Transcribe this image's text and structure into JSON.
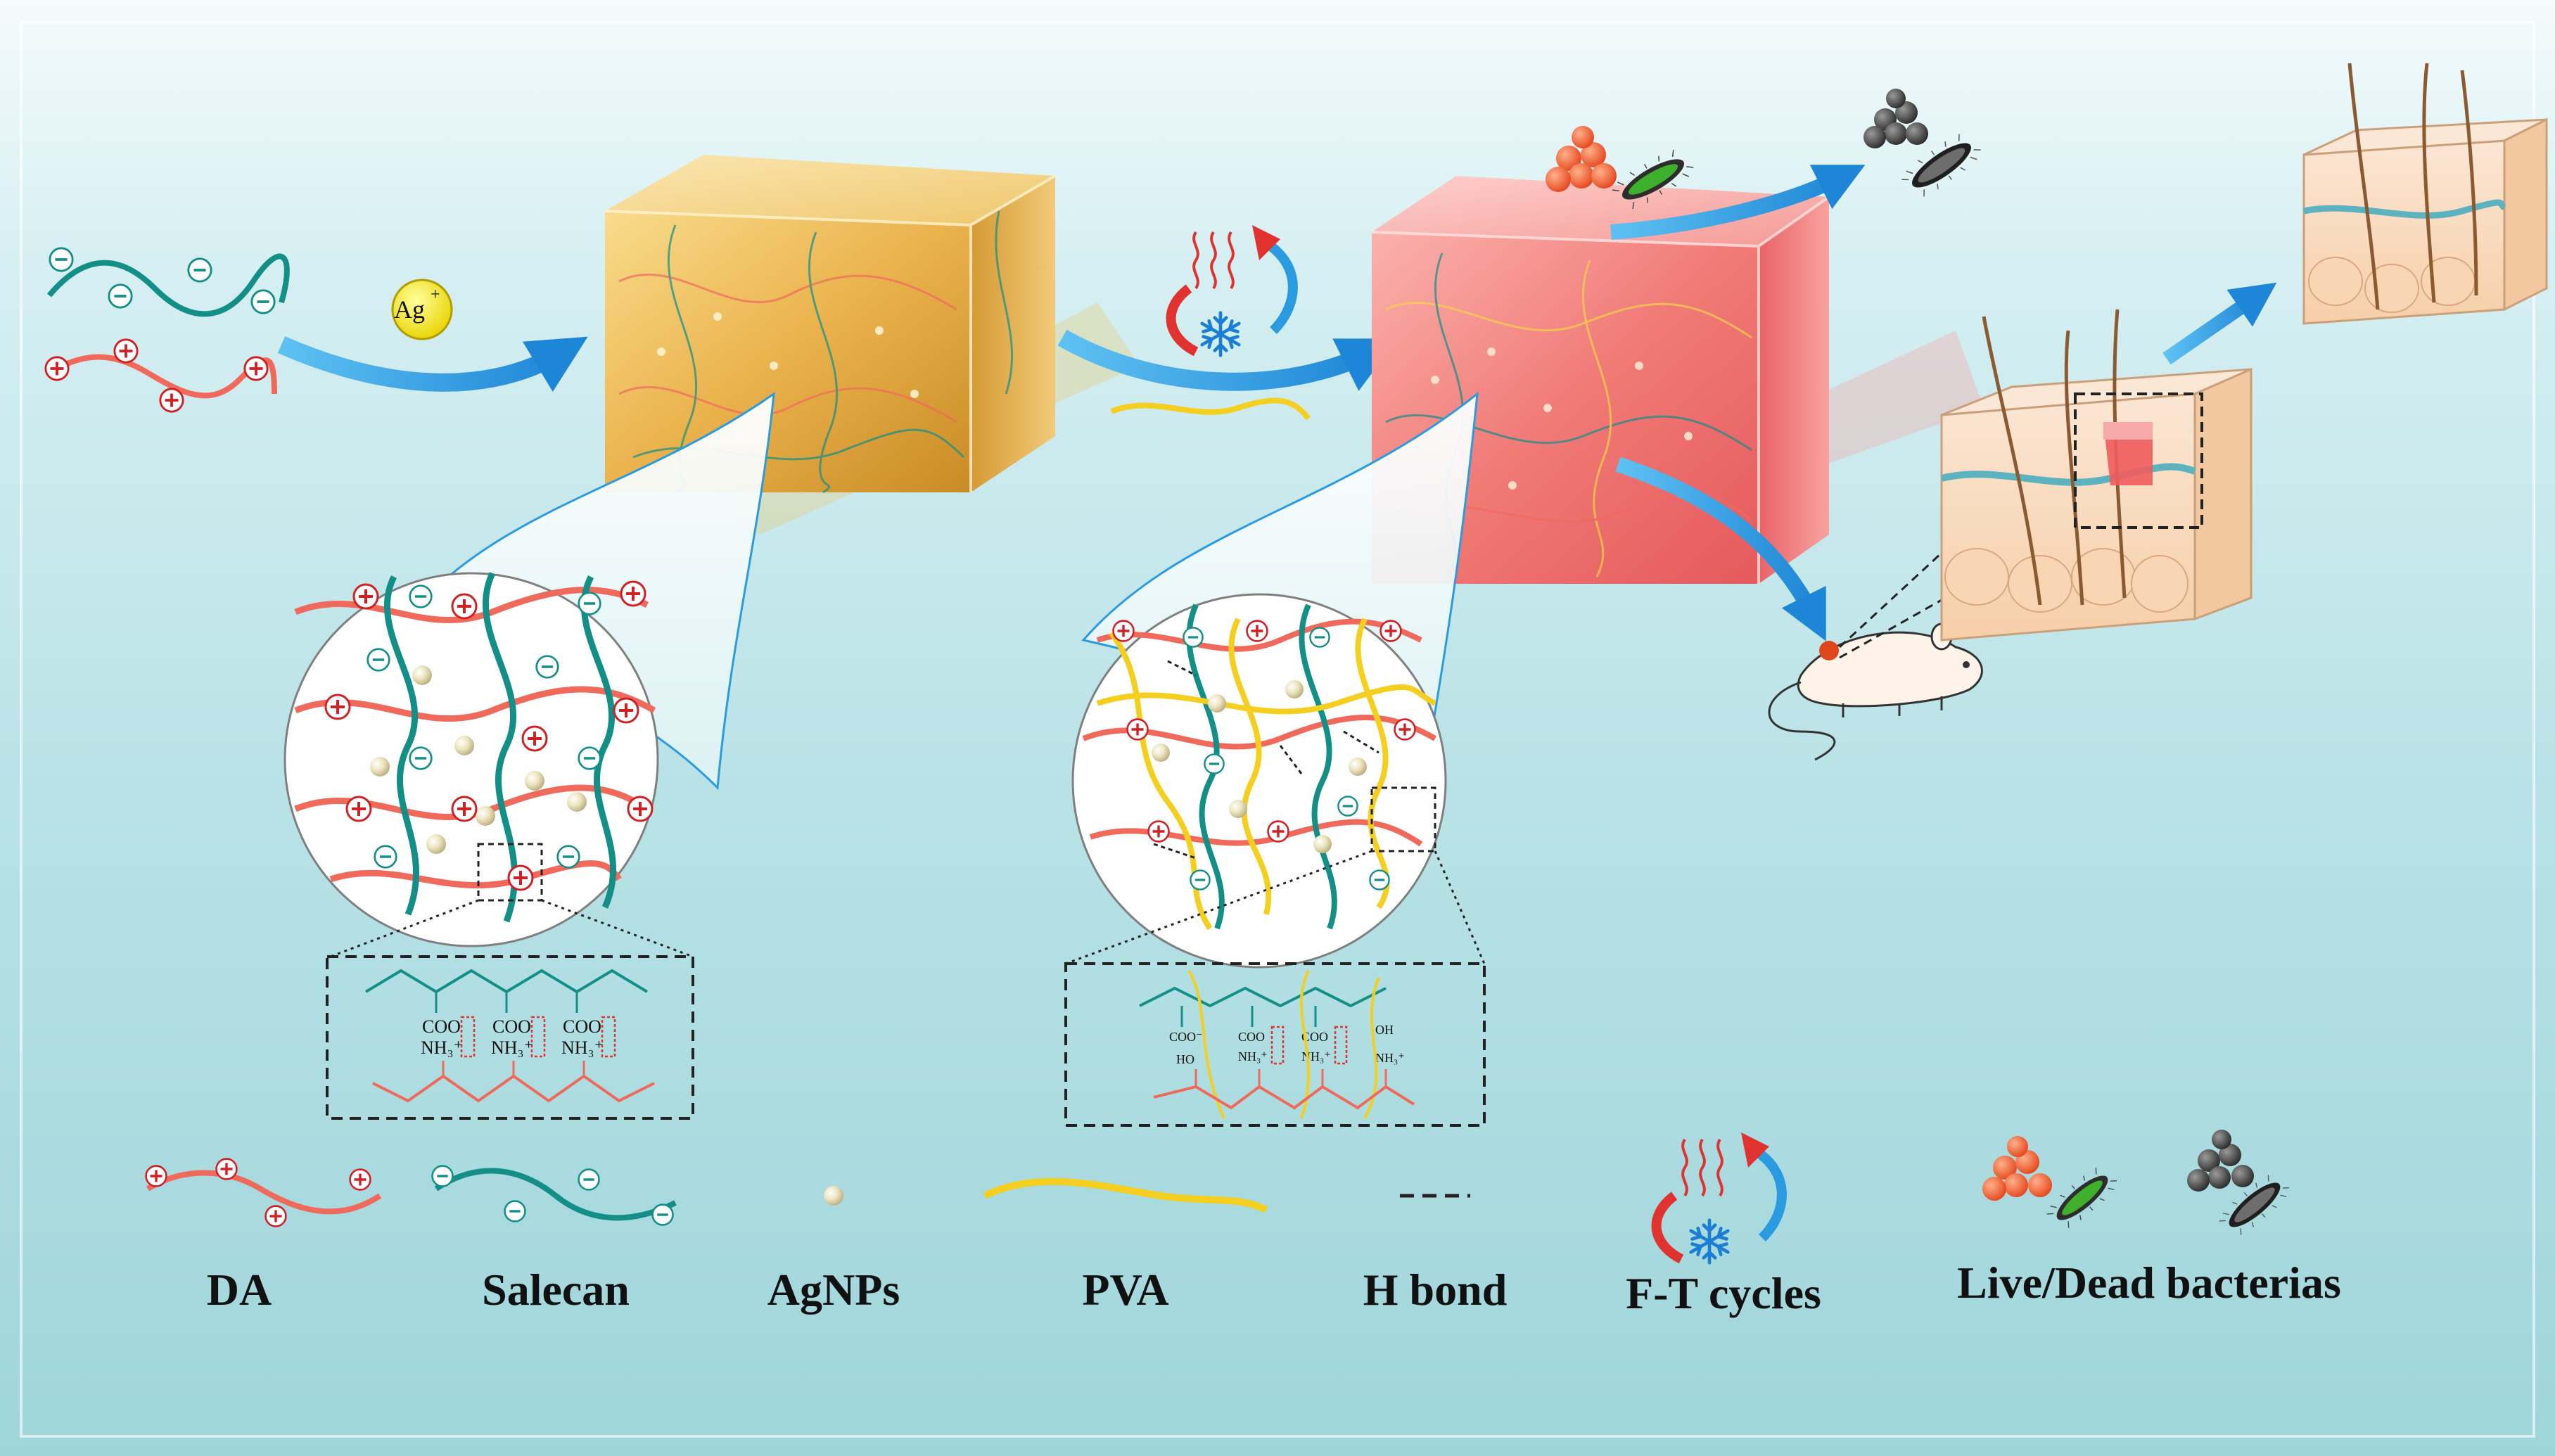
{
  "scheme": {
    "ag_ion": {
      "symbol": "Ag",
      "charge": "+"
    },
    "chemistry": {
      "coo_label": "COO",
      "coo_minus_label": "COO⁻",
      "nh3_label": "NH₃⁺",
      "ho_label": "HO",
      "oh_label": "OH",
      "nh3_plus_label": "NH₃⁺"
    }
  },
  "legend": {
    "da_label": "DA",
    "salecan_label": "Salecan",
    "agnps_label": "AgNPs",
    "pva_label": "PVA",
    "hbond_label": "H bond",
    "ft_label": "F-T cycles",
    "bacteria_label": "Live/Dead bacterias"
  },
  "colors": {
    "da_chain": "#f06a5c",
    "salecan_chain": "#138f88",
    "pva_chain": "#f4cf1f",
    "agnp": "#e9e2bf",
    "arrow": "#2a9be0",
    "gel_yellow": "#e8b34a",
    "gel_red": "#f27b7b",
    "ag_badge": "#f8ee22"
  },
  "icons": [
    "ag-ion-badge",
    "heat-wave-icon",
    "snowflake-icon",
    "live-bacteria-icon",
    "dead-bacteria-icon",
    "mouse-icon",
    "skin-tissue-icon",
    "hair-icon"
  ]
}
